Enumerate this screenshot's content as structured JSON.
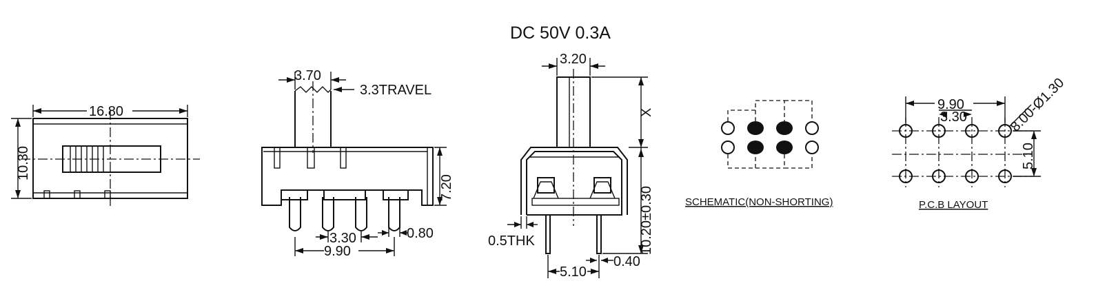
{
  "title": "DC  50V  0.3A",
  "view_front": {
    "width": "16.80",
    "height": "10.30"
  },
  "view_side": {
    "actuator_width": "3.70",
    "travel": "3.3TRAVEL",
    "body_height": "7.20",
    "pitch": "3.30",
    "pin_width": "0.80",
    "span": "9.90"
  },
  "view_end": {
    "actuator_width": "3.20",
    "actuator_height": "X",
    "body_height": "10.20±0.30",
    "thickness": "0.5THK",
    "pin_spacing": "5.10",
    "pin_thickness": "0.40"
  },
  "schematic": {
    "caption": "SCHEMATIC(NON-SHORTING)"
  },
  "pcb": {
    "caption": "P.C.B LAYOUT",
    "span": "9.90",
    "pitch": "3.30",
    "hole": "8.00-Ø1.30",
    "row_spacing": "5.10"
  }
}
